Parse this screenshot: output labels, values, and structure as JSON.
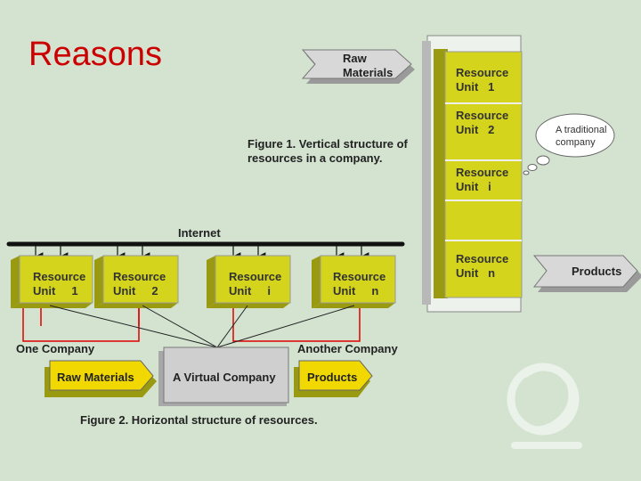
{
  "title": "Reasons",
  "figure1": {
    "caption_line1": "Figure 1. Vertical structure of",
    "caption_line2": "resources in a company.",
    "raw_materials_line1": "Raw",
    "raw_materials_line2": "Materials",
    "units": [
      {
        "line1": "Resource",
        "line2": "Unit   1"
      },
      {
        "line1": "Resource",
        "line2": "Unit   2"
      },
      {
        "line1": "Resource",
        "line2": "Unit   i"
      },
      {
        "line1": "Resource",
        "line2": "Unit   n"
      }
    ],
    "bubble_line1": "A traditional",
    "bubble_line2": "company",
    "products": "Products"
  },
  "figure2": {
    "internet": "Internet",
    "units": [
      {
        "line1": "Resource",
        "line2": "Unit     1"
      },
      {
        "line1": "Resource",
        "line2": "Unit     2"
      },
      {
        "line1": "Resource",
        "line2": "Unit     i"
      },
      {
        "line1": "Resource",
        "line2": "Unit     n"
      }
    ],
    "one_company": "One Company",
    "another_company": "Another Company",
    "raw_materials": "Raw Materials",
    "virtual_company": "A Virtual Company",
    "products": "Products",
    "caption": "Figure 2. Horizontal structure of resources."
  },
  "colors": {
    "background": "#d3e3d0",
    "title": "#cc0000",
    "unit_fill": "#d4d41c",
    "unit_shadow": "#9a9a10",
    "gray_box": "#c8c8c8",
    "red_line": "#e00000"
  }
}
